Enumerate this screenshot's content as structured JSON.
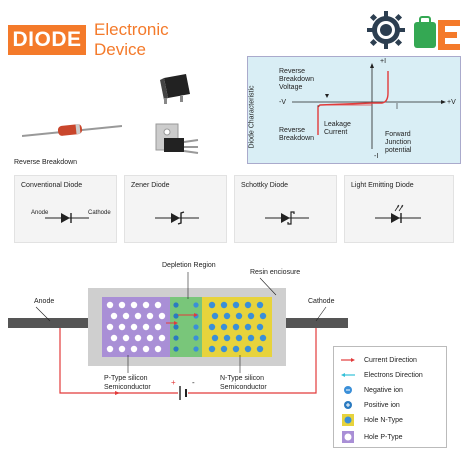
{
  "header": {
    "title": "DIODE",
    "subtitle_line1": "Electronic",
    "subtitle_line2": "Device"
  },
  "characteristic": {
    "axis_title": "Diode Characteristic",
    "plus_i": "+I",
    "minus_i": "-I",
    "minus_v": "-V",
    "plus_v": "+V",
    "reverse_voltage": [
      "Reverse",
      "Breakdown",
      "Voltage"
    ],
    "reverse_breakdown": [
      "Reverse",
      "Breakdown"
    ],
    "leakage": [
      "Leakage",
      "Current"
    ],
    "forward": [
      "Forward",
      "Junction",
      "potential"
    ]
  },
  "reverse_breakdown_caption": "Reverse Breakdown",
  "symbols": [
    {
      "title": "Conventional Diode",
      "anode": "Anode",
      "cathode": "Cathode"
    },
    {
      "title": "Zener Diode"
    },
    {
      "title": "Schottky Diode"
    },
    {
      "title": "Light Emitting Diode"
    }
  ],
  "structure": {
    "depletion_region": "Depletion Region",
    "resin": "Resin enciosure",
    "anode": "Anode",
    "cathode": "Cathode",
    "p_type": [
      "P-Type silicon",
      "Semiconductor"
    ],
    "n_type": [
      "N-Type silicon",
      "Semiconductor"
    ],
    "plus": "+",
    "minus": "-"
  },
  "legend": [
    {
      "icon": "red-arrow",
      "label": "Current Direction"
    },
    {
      "icon": "cyan-arrow",
      "label": "Electrons Direction"
    },
    {
      "icon": "negative-ion",
      "label": "Negative ion"
    },
    {
      "icon": "positive-ion",
      "label": "Positive ion"
    },
    {
      "icon": "hole-n",
      "label": "Hole N-Type"
    },
    {
      "icon": "hole-p",
      "label": "Hole P-Type"
    }
  ],
  "colors": {
    "brand_orange": "#f47a2a",
    "p_region": "#a98fd6",
    "n_region": "#e7d33c",
    "depletion": "#79c67a",
    "enclosure": "#cfcfcf",
    "current": "#e23b3b",
    "electrons": "#33c0d8"
  }
}
